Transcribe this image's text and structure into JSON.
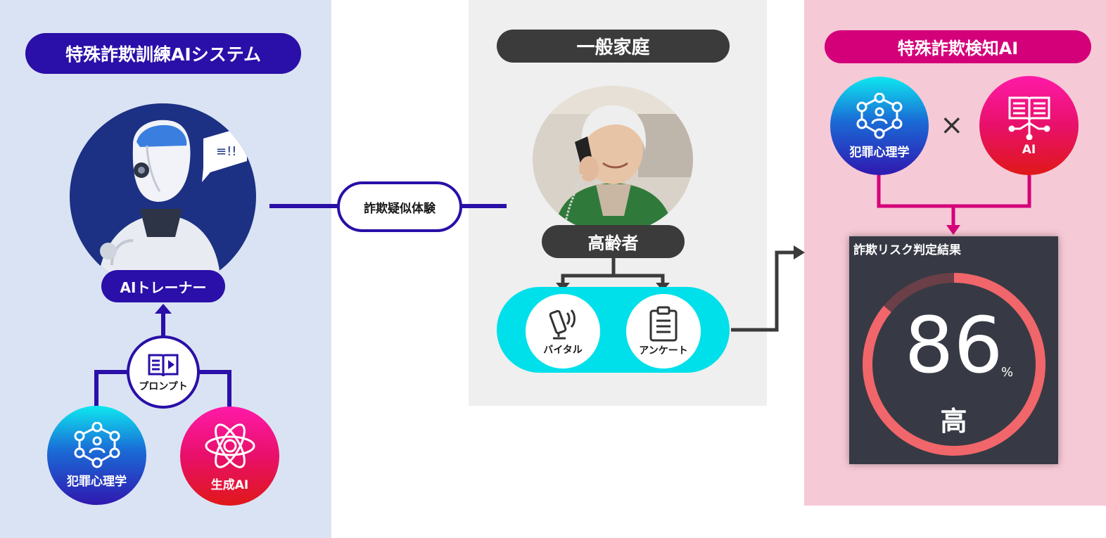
{
  "left": {
    "title": "特殊詐欺訓練AIシステム",
    "trainer_label": "AIトレーナー",
    "prompt_label": "プロンプト",
    "crime_label": "犯罪心理学",
    "genai_label": "生成AI"
  },
  "connector": {
    "label": "詐欺疑似体験"
  },
  "middle": {
    "title": "一般家庭",
    "elder_label": "高齢者",
    "vital_label": "バイタル",
    "survey_label": "アンケート"
  },
  "right": {
    "title": "特殊詐欺検知AI",
    "crime_label": "犯罪心理学",
    "ai_label": "AI",
    "cross": "×",
    "result_title": "詐欺リスク判定結果",
    "risk_value": "86",
    "risk_fraction": 0.86,
    "risk_unit": "%",
    "risk_level": "高"
  },
  "colors": {
    "navy": "#2a0fa8",
    "magenta": "#d4007a",
    "gauge": "#f0666a",
    "gauge_track": "#6b3f47",
    "dark": "#3b3b3b",
    "cyan": "#00e0ea"
  }
}
